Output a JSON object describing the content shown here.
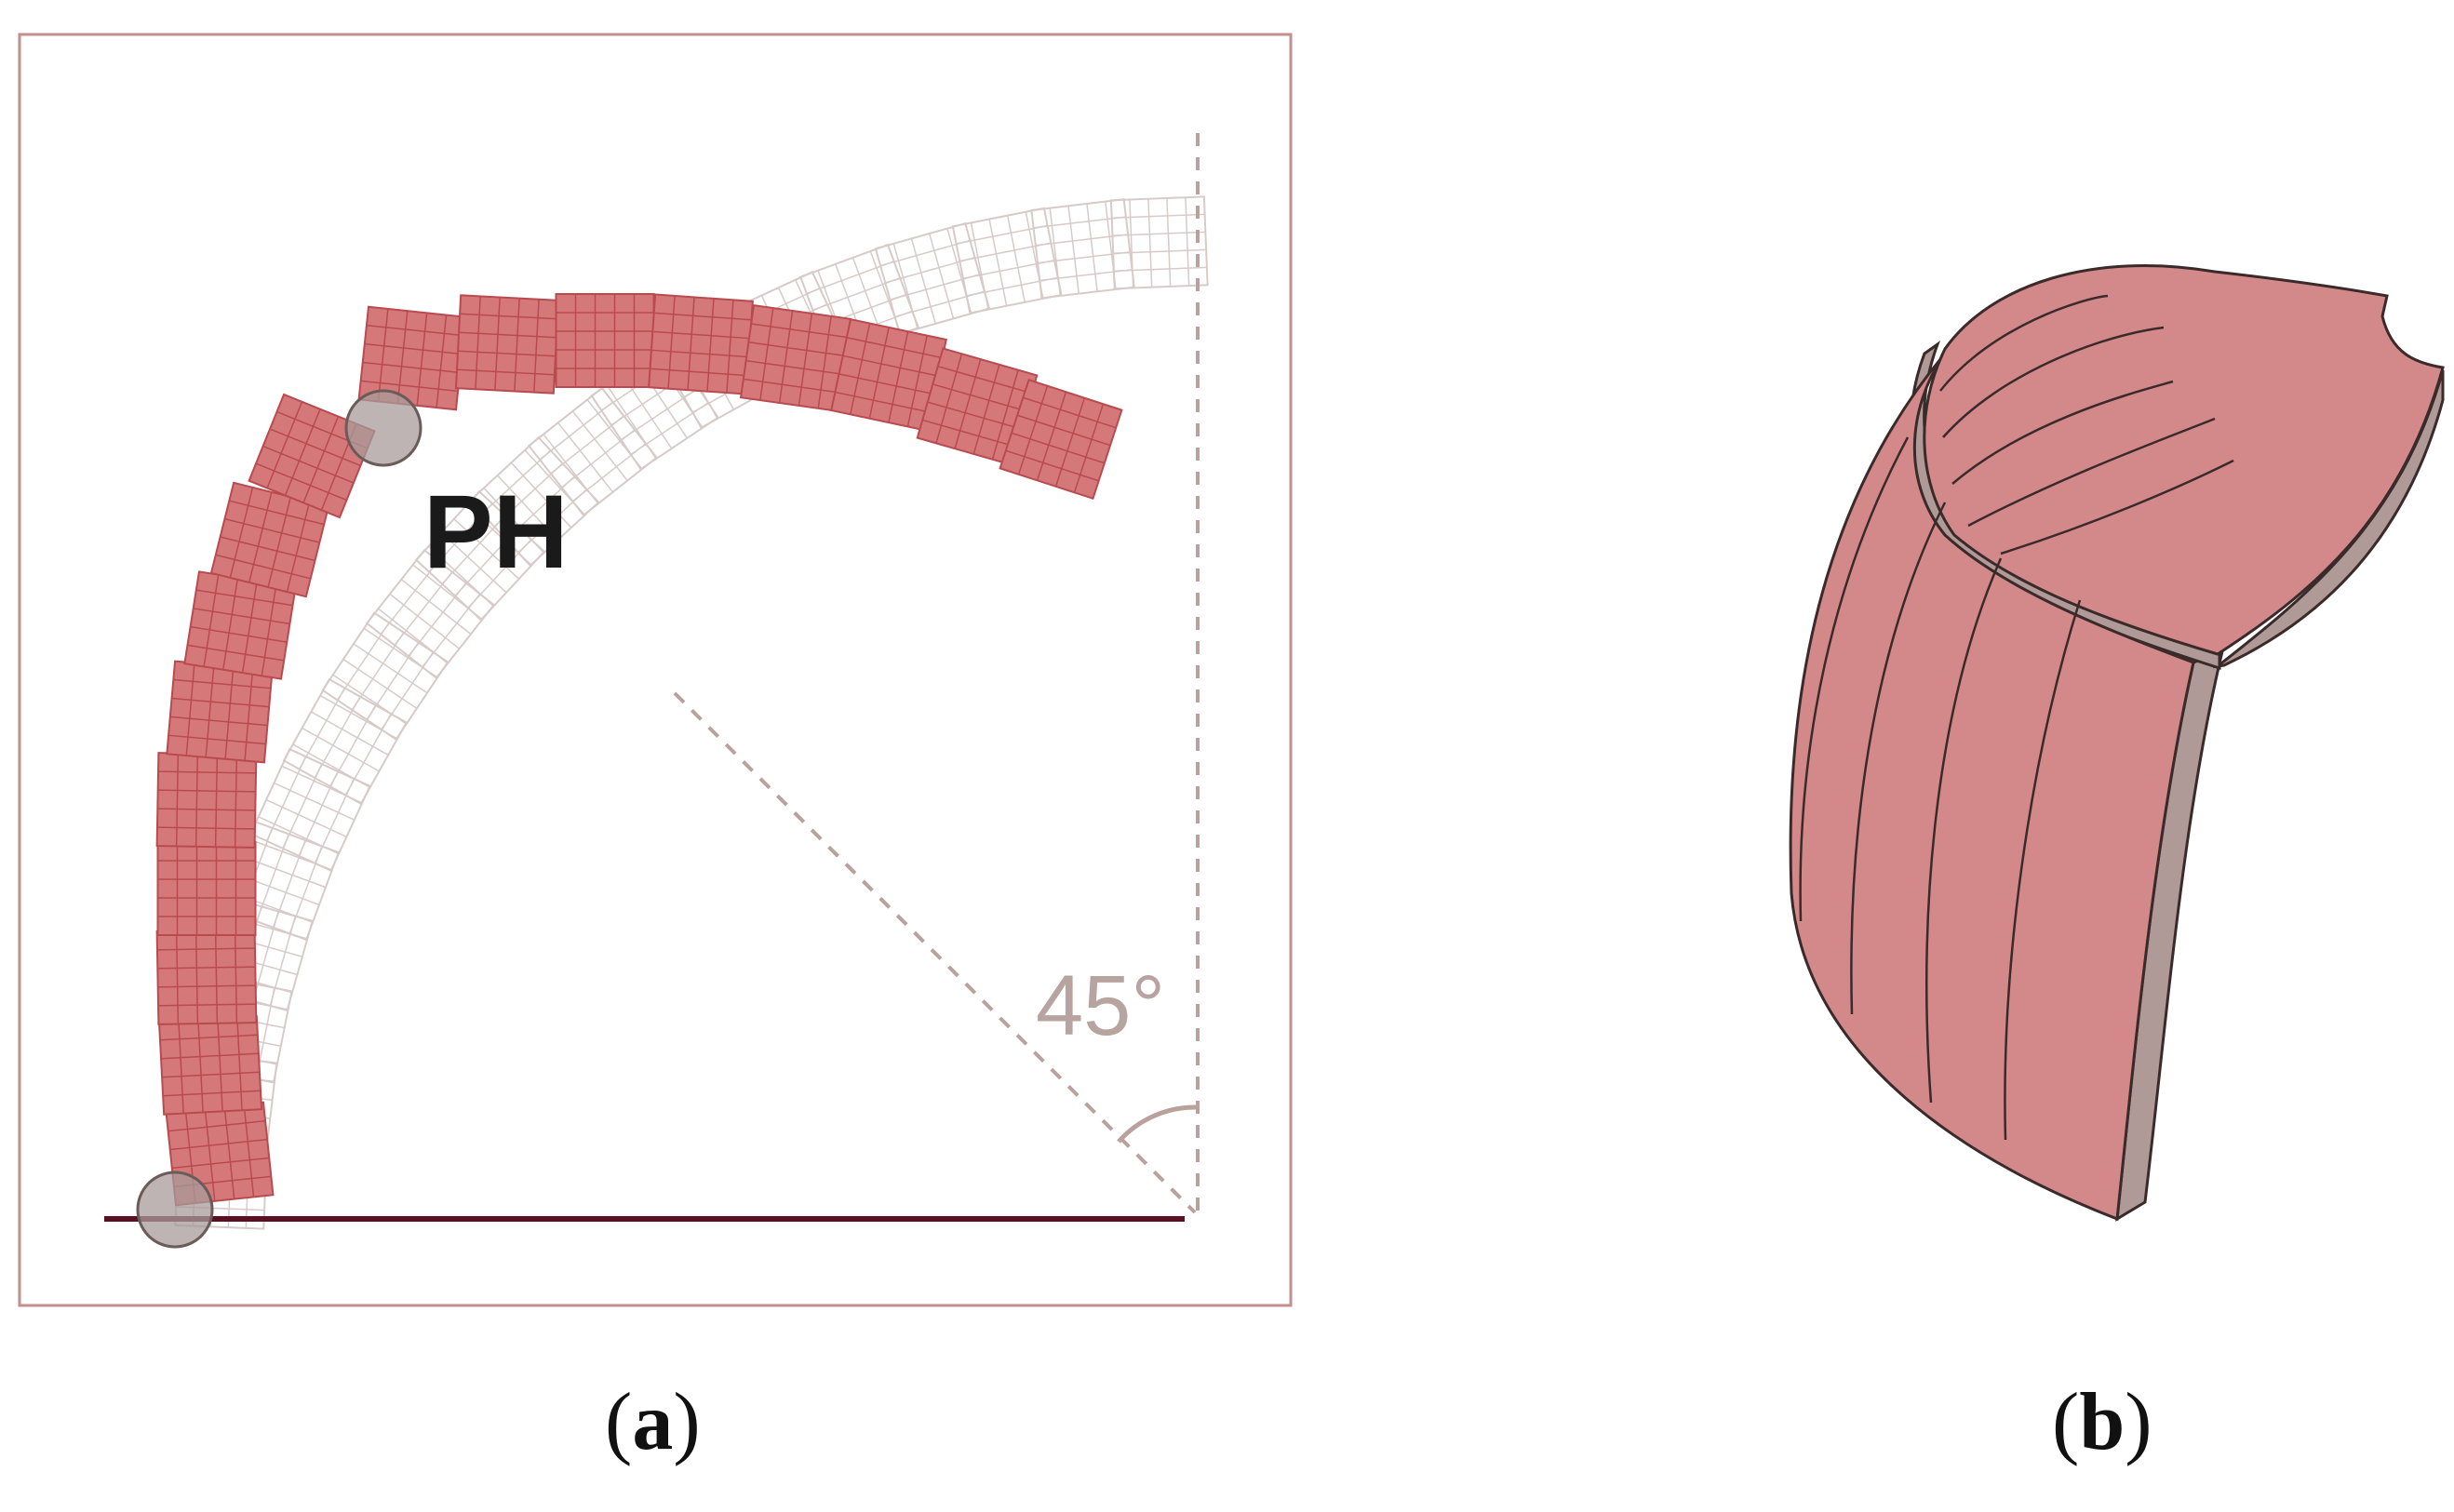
{
  "panel_a": {
    "joint_label": "PH",
    "angle_label": "45°",
    "caption": "a",
    "colors": {
      "segment_fill": "#d5787a",
      "segment_grid": "#b94a4f",
      "rest_grid": "#d6cbc8",
      "frame": "#c48e8f",
      "baseline": "#5b0f22",
      "guide": "#b9a19c",
      "joint": "#a79b99"
    },
    "active_segment_count": 17,
    "rest_segment_count": 20
  },
  "panel_b": {
    "caption": "b",
    "colors": {
      "surface": "#d3898a",
      "thickness": "#b09a98",
      "outline": "#3a2a2a"
    }
  }
}
